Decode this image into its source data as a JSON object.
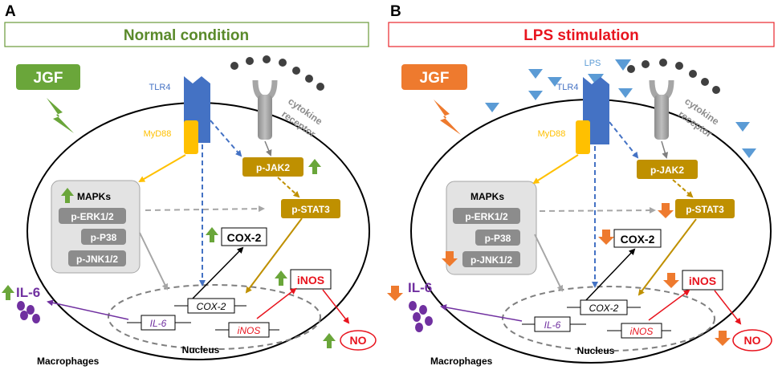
{
  "panels": [
    {
      "letter": "A",
      "header": "Normal condition",
      "colors": {
        "header_border": "#6a9a3a",
        "header_text": "#5a8a2a",
        "accent": "#6aa63a"
      },
      "jgf": "JGF",
      "tlr4": "TLR4",
      "myd88": "MyD88",
      "cytokine_receptor": [
        "cytokine",
        "receptor"
      ],
      "p_jak2": "p-JAK2",
      "p_stat3": "p-STAT3",
      "mapks": {
        "title": "MAPKs",
        "items": [
          "p-ERK1/2",
          "p-P38",
          "p-JNK1/2"
        ]
      },
      "cox2_protein": "COX-2",
      "inos_protein": "iNOS",
      "il6": "IL-6",
      "no": "NO",
      "nucleus_genes": {
        "cox2": "COX-2",
        "il6": "IL-6",
        "inos": "iNOS"
      },
      "nucleus": "Nucleus",
      "macrophages": "Macrophages",
      "regulation": "up"
    },
    {
      "letter": "B",
      "header": "LPS stimulation",
      "colors": {
        "header_border": "#e8252b",
        "header_text": "#e8141e",
        "accent": "#ee7a2e"
      },
      "jgf": "JGF",
      "lps": "LPS",
      "tlr4": "TLR4",
      "myd88": "MyD88",
      "cytokine_receptor": [
        "cytokine",
        "receptor"
      ],
      "p_jak2": "p-JAK2",
      "p_stat3": "p-STAT3",
      "mapks": {
        "title": "MAPKs",
        "items": [
          "p-ERK1/2",
          "p-P38",
          "p-JNK1/2"
        ]
      },
      "cox2_protein": "COX-2",
      "inos_protein": "iNOS",
      "il6": "IL-6",
      "no": "NO",
      "nucleus_genes": {
        "cox2": "COX-2",
        "il6": "IL-6",
        "inos": "iNOS"
      },
      "nucleus": "Nucleus",
      "macrophages": "Macrophages",
      "regulation": "down"
    }
  ],
  "colors": {
    "tlr4": "#4472c4",
    "myd88": "#ffc000",
    "jak_stat": "#bf9000",
    "receptor": "#a6a6a6",
    "il6": "#7030a0",
    "inos": "#e8141e",
    "lps": "#5b9bd5"
  }
}
